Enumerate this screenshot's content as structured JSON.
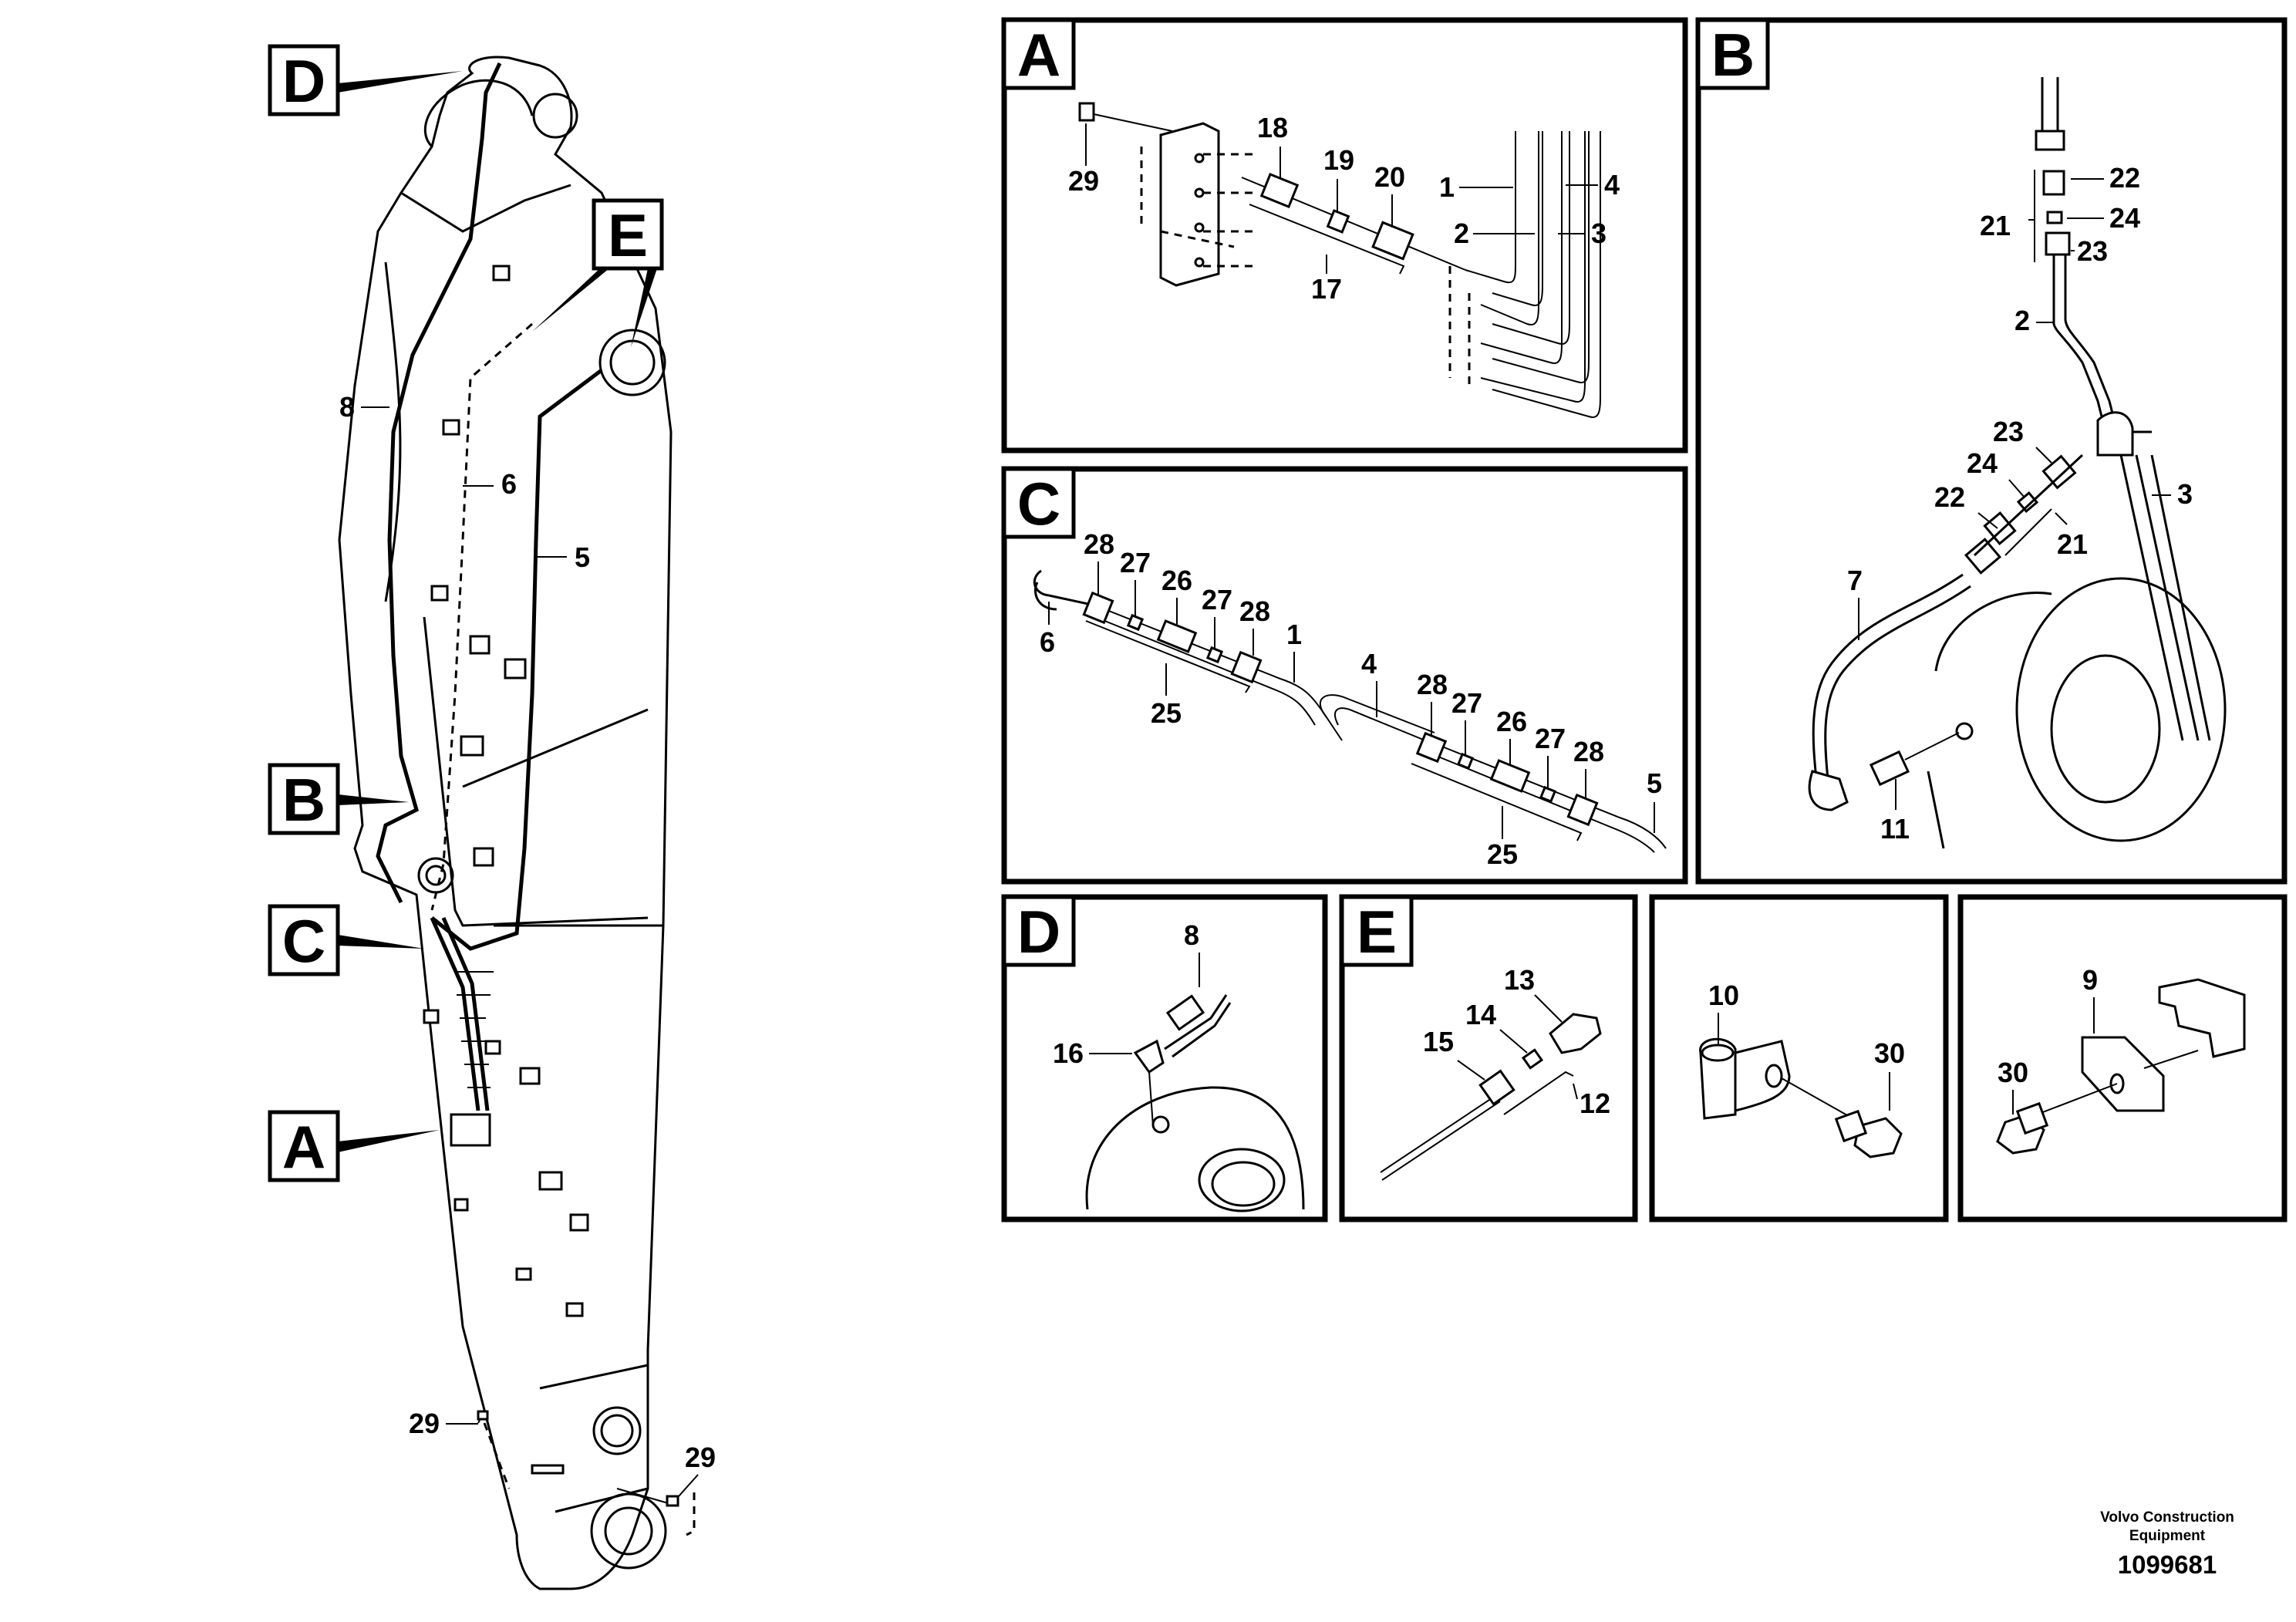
{
  "callouts": {
    "A": "A",
    "B": "B",
    "C": "C",
    "D": "D",
    "E": "E"
  },
  "main_labels": {
    "l5": "5",
    "l6": "6",
    "l8": "8",
    "l29a": "29",
    "l29b": "29"
  },
  "panel_a": {
    "title": "A",
    "labels": [
      "29",
      "18",
      "19",
      "20",
      "1",
      "4",
      "2",
      "3",
      "17"
    ]
  },
  "panel_b": {
    "title": "B",
    "labels": [
      "22",
      "21",
      "24",
      "23",
      "2",
      "23",
      "24",
      "22",
      "21",
      "3",
      "7",
      "11"
    ]
  },
  "panel_c": {
    "title": "C",
    "labels": [
      "28",
      "27",
      "26",
      "27",
      "28",
      "1",
      "6",
      "25",
      "4",
      "28",
      "27",
      "26",
      "27",
      "28",
      "5",
      "25"
    ]
  },
  "panel_d": {
    "title": "D",
    "labels": [
      "8",
      "16"
    ]
  },
  "panel_e": {
    "title": "E",
    "labels": [
      "13",
      "14",
      "15",
      "12"
    ]
  },
  "panel_f": {
    "labels": [
      "10",
      "30"
    ]
  },
  "panel_g": {
    "labels": [
      "9",
      "30"
    ]
  },
  "footer": {
    "company_line1": "Volvo Construction",
    "company_line2": "Equipment",
    "drawing_number": "1099681"
  }
}
